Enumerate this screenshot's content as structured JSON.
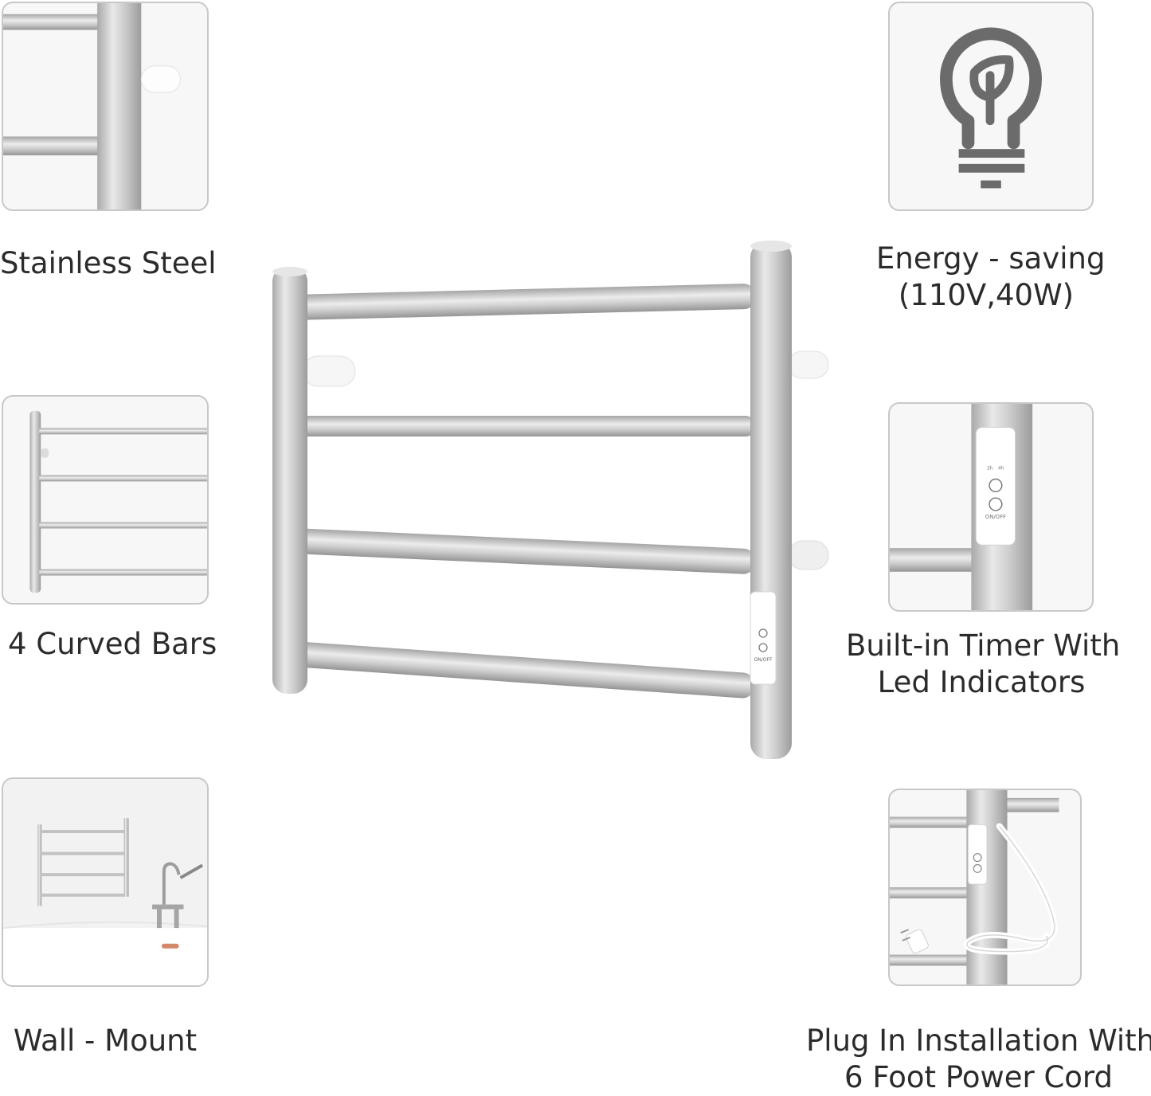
{
  "features": {
    "stainless": {
      "label": "Stainless Steel"
    },
    "bars": {
      "label": "4 Curved Bars"
    },
    "wall": {
      "label": "Wall - Mount"
    },
    "energy": {
      "line1": "Energy - saving",
      "line2": "(110V,40W)"
    },
    "timer": {
      "line1": "Built-in Timer With",
      "line2": "Led Indicators"
    },
    "plug": {
      "line1": "Plug In Installation With",
      "line2": "6 Foot Power Cord"
    }
  },
  "controller": {
    "label_2h": "2h",
    "label_4h": "4h",
    "label_onoff": "ON/OFF"
  },
  "icons": [
    "bulb-leaf-icon"
  ],
  "colors": {
    "steel": "#c9c9c9",
    "steel_highlight": "#efefef",
    "tile_border": "#c8c8c8",
    "icon": "#6b6b6b"
  }
}
